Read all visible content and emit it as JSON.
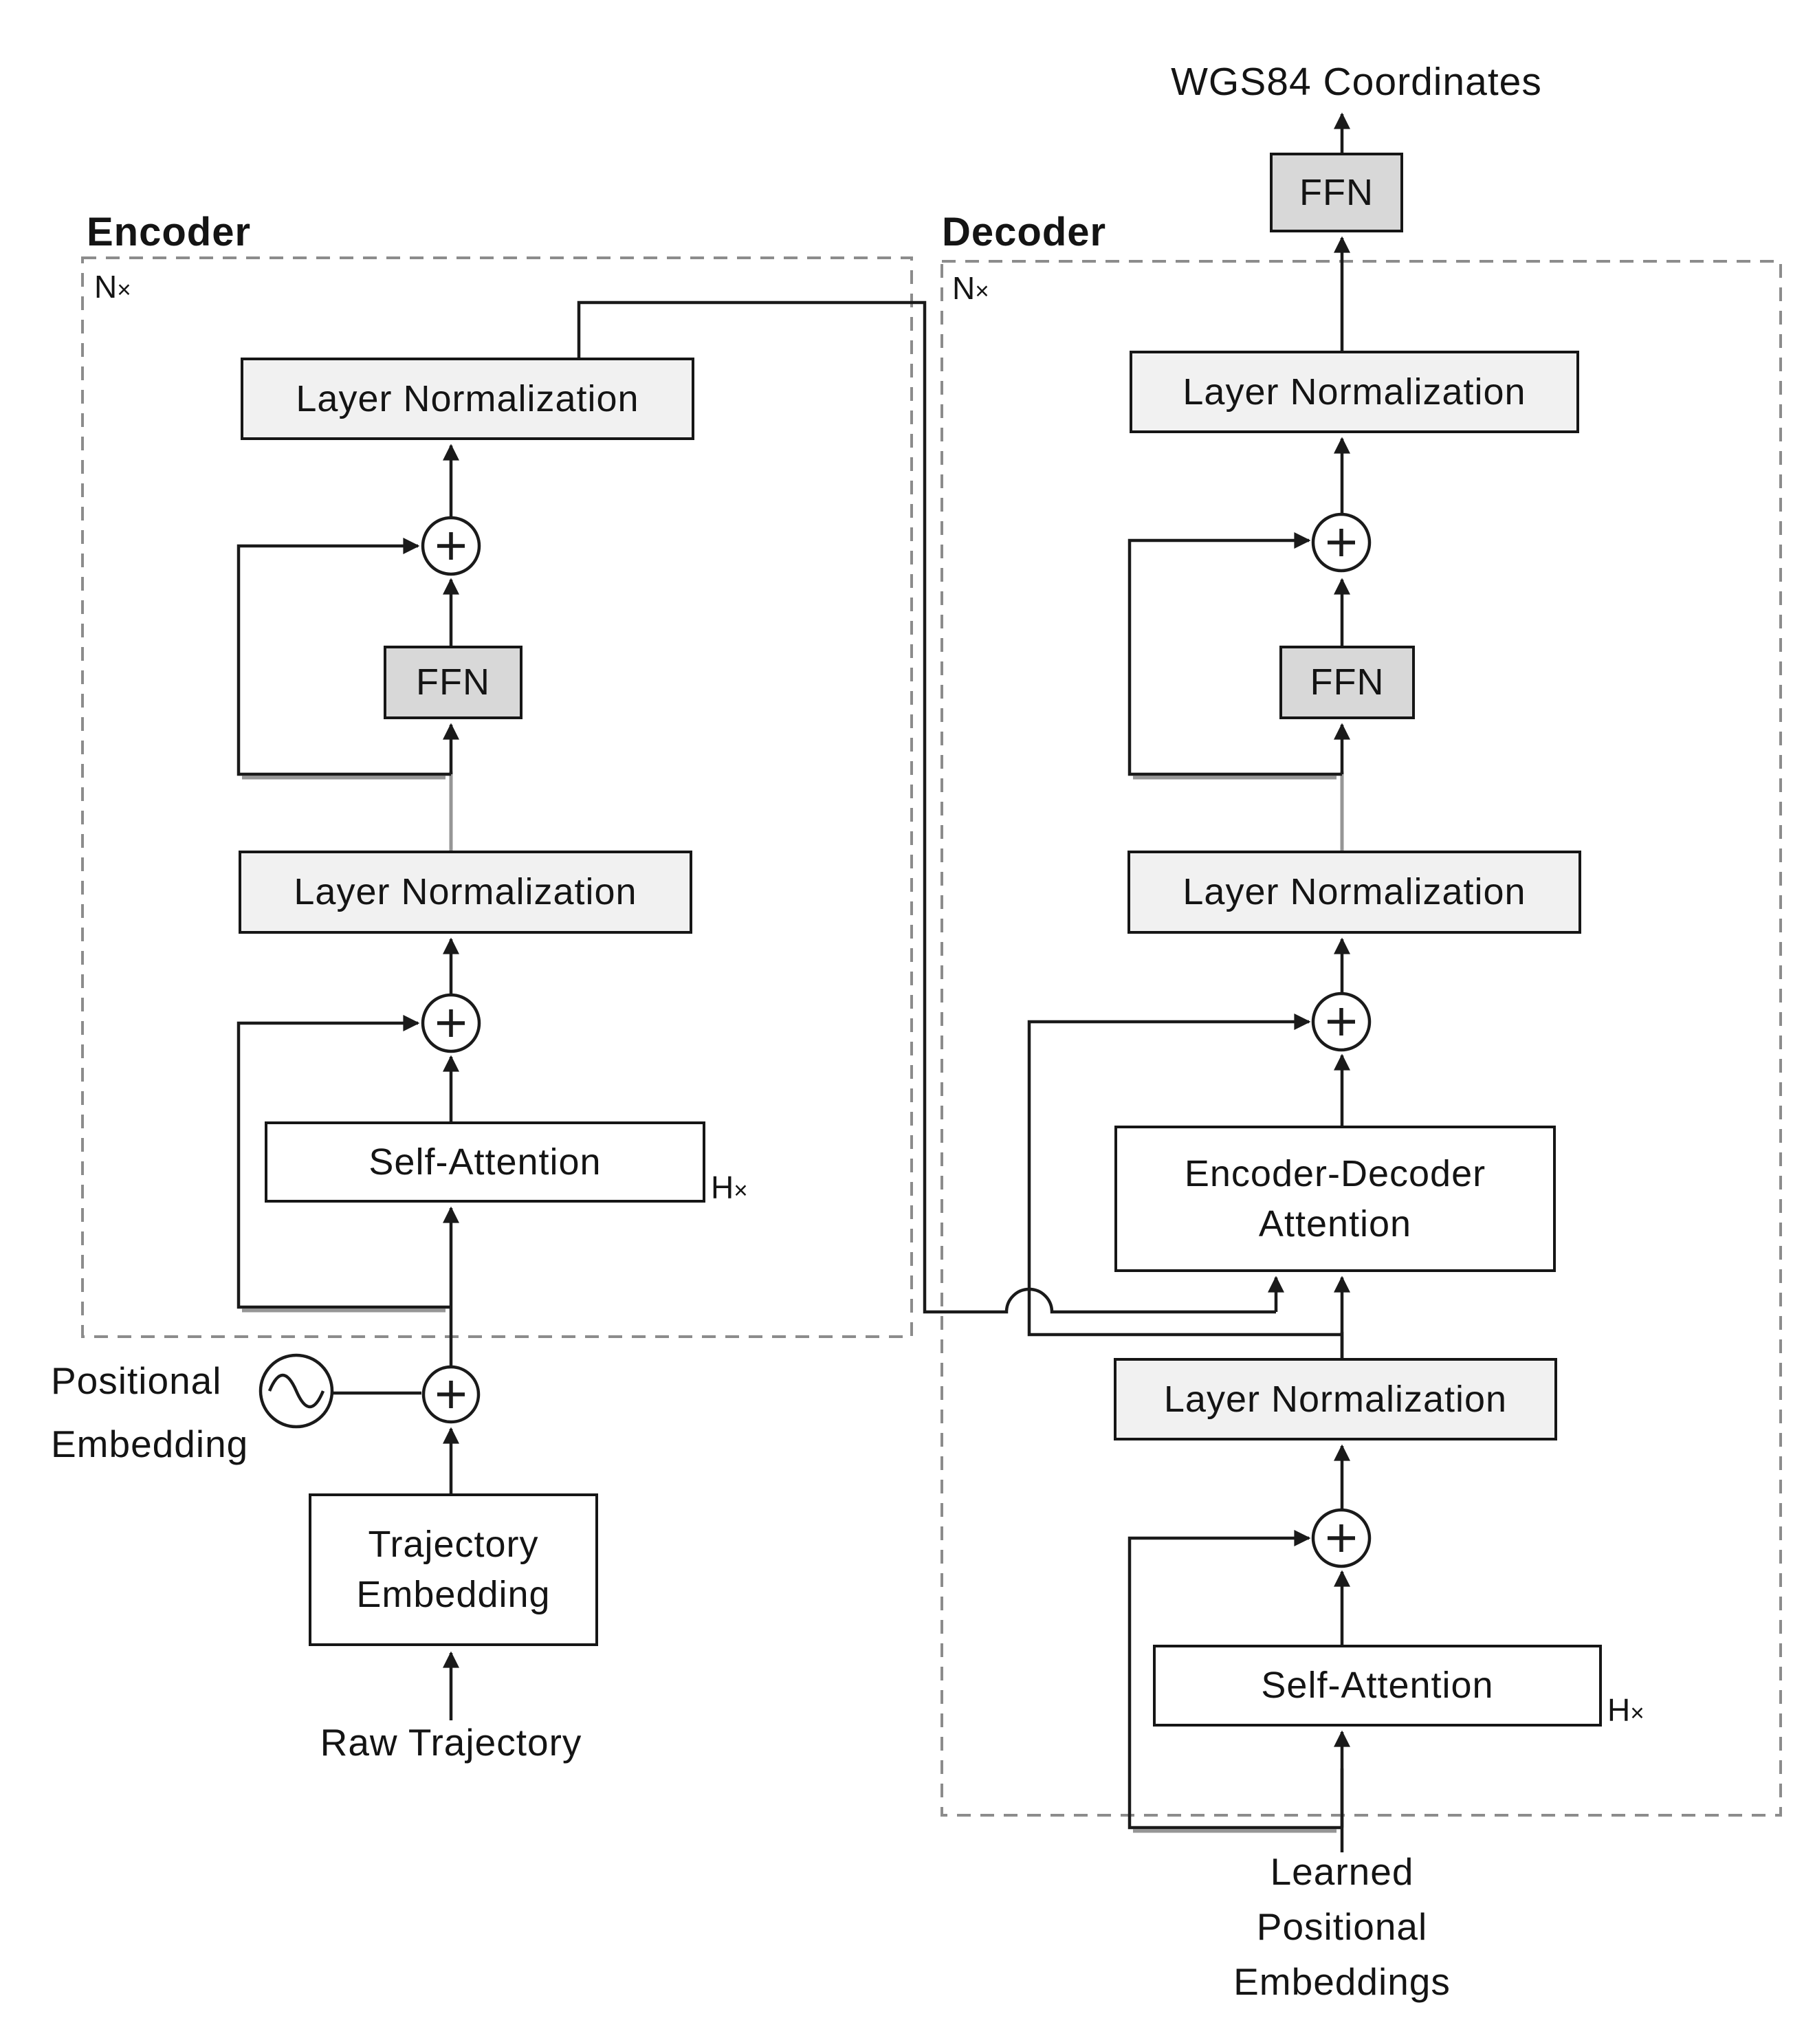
{
  "title": "WGS84 Coordinates",
  "blocks": {
    "layer_norm": "Layer Normalization",
    "ffn": "FFN",
    "self_attention": "Self-Attention",
    "enc_dec_attention_line1": "Encoder-Decoder",
    "enc_dec_attention_line2": "Attention",
    "trajectory_embedding_line1": "Trajectory",
    "trajectory_embedding_line2": "Embedding"
  },
  "encoder": {
    "label": "Encoder",
    "repeat_letter": "N",
    "repeat_times": "×",
    "heads_letter": "H",
    "heads_times": "×",
    "positional_line1": "Positional",
    "positional_line2": "Embedding",
    "input_label": "Raw Trajectory"
  },
  "decoder": {
    "label": "Decoder",
    "repeat_letter": "N",
    "repeat_times": "×",
    "heads_letter": "H",
    "heads_times": "×",
    "input_line1": "Learned",
    "input_line2": "Positional",
    "input_line3": "Embeddings"
  },
  "colors": {
    "layer_norm_fill": "#f1f1f1",
    "ffn_fill": "#d8d8d8",
    "attention_fill": "#ffffff",
    "line": "#1a1a1a",
    "grey_line": "#969696",
    "dashed_border": "#8c8c8c"
  }
}
